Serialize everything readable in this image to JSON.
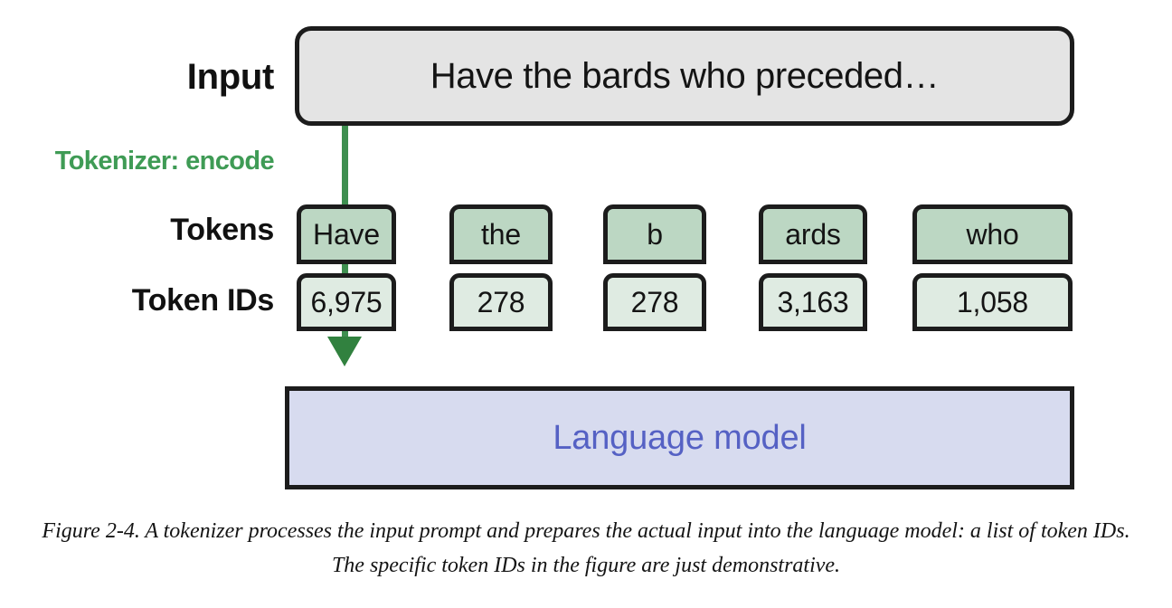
{
  "figure": {
    "caption": "Figure 2-4. A tokenizer processes the input prompt and prepares the actual input into the language model: a list of token IDs. The specific token IDs in the figure are just demonstrative."
  },
  "labels": {
    "input": "Input",
    "tokenizer": "Tokenizer: encode",
    "tokens": "Tokens",
    "token_ids": "Token IDs"
  },
  "input_box": {
    "text": "Have the bards who preceded…"
  },
  "tokens": [
    {
      "token": "Have",
      "id": "6,975"
    },
    {
      "token": "the",
      "id": "278"
    },
    {
      "token": "b",
      "id": "278"
    },
    {
      "token": "ards",
      "id": "3,163"
    },
    {
      "token": "who",
      "id": "1,058"
    }
  ],
  "language_model": {
    "text": "Language model"
  },
  "colors": {
    "token_fill": "#bcd7c3",
    "token_id_fill": "#dfebe2",
    "input_fill": "#e4e4e4",
    "lm_fill": "#d7dbef",
    "lm_text": "#5561c4",
    "tokenizer_green": "#3f9b55",
    "arrow_green": "#31813f",
    "outline": "#1c1c1c"
  }
}
